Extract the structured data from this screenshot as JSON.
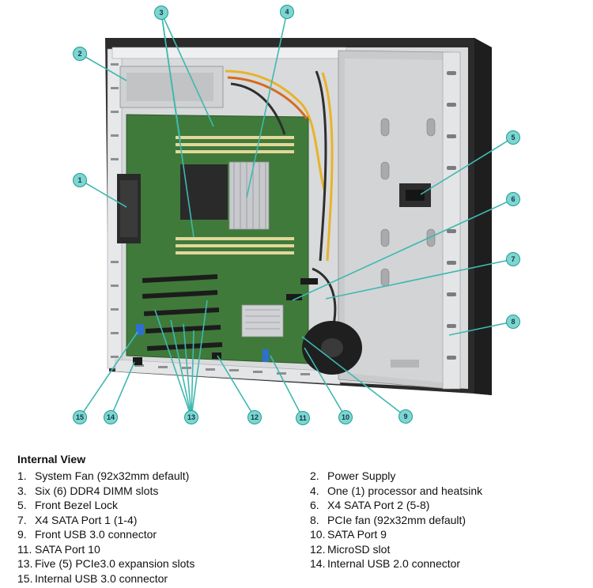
{
  "colors": {
    "callout_fill": "#7fd5cf",
    "callout_stroke": "#1b9e97",
    "leader_line": "#3fb8b0",
    "chassis_dark": "#2b2b2b",
    "chassis_metal": "#c9cacc",
    "motherboard": "#3f7a3a",
    "heatsink": "#c7c9cc"
  },
  "callouts": [
    "1",
    "2",
    "3",
    "4",
    "5",
    "6",
    "7",
    "8",
    "9",
    "10",
    "11",
    "12",
    "13",
    "14",
    "15"
  ],
  "legend": {
    "title": "Internal View",
    "items": [
      {
        "num": "1.",
        "text": "System Fan (92x32mm default)"
      },
      {
        "num": "2.",
        "text": "Power Supply"
      },
      {
        "num": "3.",
        "text": "Six (6) DDR4 DIMM slots"
      },
      {
        "num": "4.",
        "text": "One (1) processor and heatsink"
      },
      {
        "num": "5.",
        "text": "Front Bezel Lock"
      },
      {
        "num": "6.",
        "text": "X4 SATA Port 2 (5-8)"
      },
      {
        "num": "7.",
        "text": "X4 SATA Port 1 (1-4)"
      },
      {
        "num": "8.",
        "text": "PCIe fan (92x32mm default)"
      },
      {
        "num": "9.",
        "text": "Front USB 3.0 connector"
      },
      {
        "num": "10.",
        "text": "SATA Port 9"
      },
      {
        "num": "11.",
        "text": "SATA Port 10"
      },
      {
        "num": "12.",
        "text": "MicroSD slot"
      },
      {
        "num": "13.",
        "text": "Five (5) PCIe3.0 expansion slots"
      },
      {
        "num": "14.",
        "text": "Internal USB 2.0 connector"
      },
      {
        "num": "15.",
        "text": "Internal USB 3.0 connector"
      }
    ]
  }
}
